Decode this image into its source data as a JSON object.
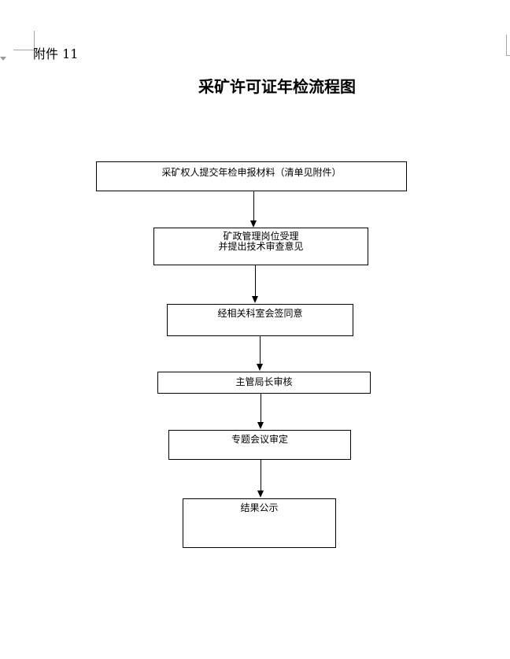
{
  "document": {
    "attachment_label": "附件 11",
    "title": "采矿许可证年检流程图"
  },
  "flowchart": {
    "nodes": [
      {
        "label": "采矿权人提交年检申报材料（清单见附件）"
      },
      {
        "line1": "矿政管理岗位受理",
        "line2": "并提出技术审查意见"
      },
      {
        "label": "经相关科室会签同意"
      },
      {
        "label": "主管局长审核"
      },
      {
        "label": "专题会议审定"
      },
      {
        "label": "结果公示"
      }
    ]
  }
}
